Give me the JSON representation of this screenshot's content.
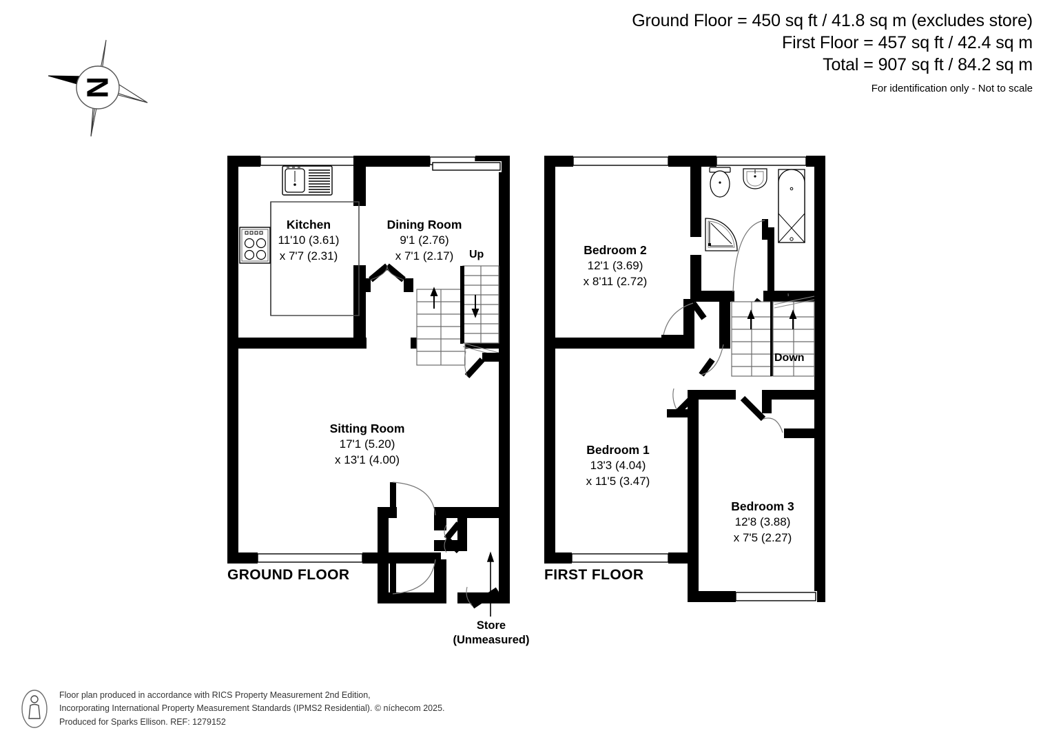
{
  "header": {
    "ground_floor_area": "Ground Floor = 450 sq ft / 41.8 sq m (excludes store)",
    "first_floor_area": "First Floor = 457 sq ft / 42.4 sq m",
    "total_area": "Total = 907 sq ft / 84.2 sq m",
    "disclaimer": "For identification only - Not to scale"
  },
  "compass": {
    "label": "N"
  },
  "floors": [
    {
      "id": "ground",
      "title": "GROUND FLOOR"
    },
    {
      "id": "first",
      "title": "FIRST FLOOR"
    }
  ],
  "rooms": {
    "kitchen": {
      "name": "Kitchen",
      "dim_1": "11'10 (3.61)",
      "dim_2": "x 7'7 (2.31)"
    },
    "dining": {
      "name": "Dining Room",
      "dim_1": "9'1 (2.76)",
      "dim_2": "x 7'1 (2.17)"
    },
    "sitting": {
      "name": "Sitting Room",
      "dim_1": "17'1 (5.20)",
      "dim_2": "x 13'1 (4.00)"
    },
    "bedroom2": {
      "name": "Bedroom 2",
      "dim_1": "12'1 (3.69)",
      "dim_2": "x 8'11 (2.72)"
    },
    "bedroom1": {
      "name": "Bedroom 1",
      "dim_1": "13'3 (4.04)",
      "dim_2": "x 11'5 (3.47)"
    },
    "bedroom3": {
      "name": "Bedroom 3",
      "dim_1": "12'8 (3.88)",
      "dim_2": "x 7'5 (2.27)"
    }
  },
  "annotations": {
    "stair_up": "Up",
    "stair_down": "Down",
    "store_name": "Store",
    "store_note": "(Unmeasured)"
  },
  "footer": {
    "line_1": "Floor plan produced in accordance with RICS Property Measurement 2nd Edition,",
    "line_2": "Incorporating International Property Measurement Standards (IPMS2 Residential).   © níchecom 2025.",
    "line_3": "Produced for Sparks Ellison.   REF: 1279152"
  },
  "colors": {
    "wall": "#000000",
    "fixture_stroke": "#000000",
    "background": "#ffffff",
    "footer_text": "#333333"
  }
}
